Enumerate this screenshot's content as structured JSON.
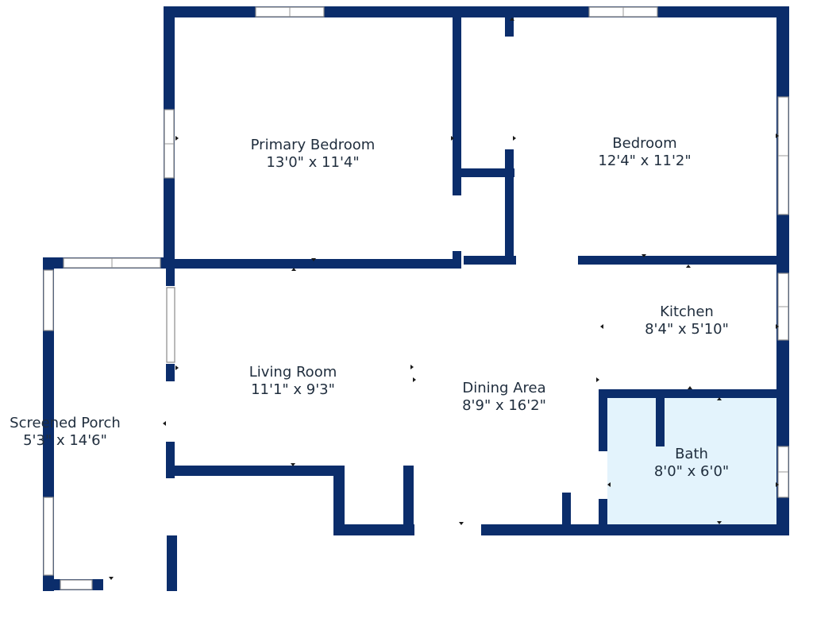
{
  "colors": {
    "wall": "#0b2d6b",
    "bath_fill": "#e3f3fc",
    "background": "#ffffff"
  },
  "rooms": [
    {
      "id": "primary-bedroom",
      "name": "Primary Bedroom",
      "size": "13'0\" x 11'4\""
    },
    {
      "id": "bedroom",
      "name": "Bedroom",
      "size": "12'4\" x 11'2\""
    },
    {
      "id": "kitchen",
      "name": "Kitchen",
      "size": "8'4\" x 5'10\""
    },
    {
      "id": "living-room",
      "name": "Living Room",
      "size": "11'1\" x 9'3\""
    },
    {
      "id": "dining-area",
      "name": "Dining Area",
      "size": "8'9\" x 16'2\""
    },
    {
      "id": "screened-porch",
      "name": "Screened Porch",
      "size": "5'3\" x 14'6\""
    },
    {
      "id": "bath",
      "name": "Bath",
      "size": "8'0\" x 6'0\""
    }
  ]
}
